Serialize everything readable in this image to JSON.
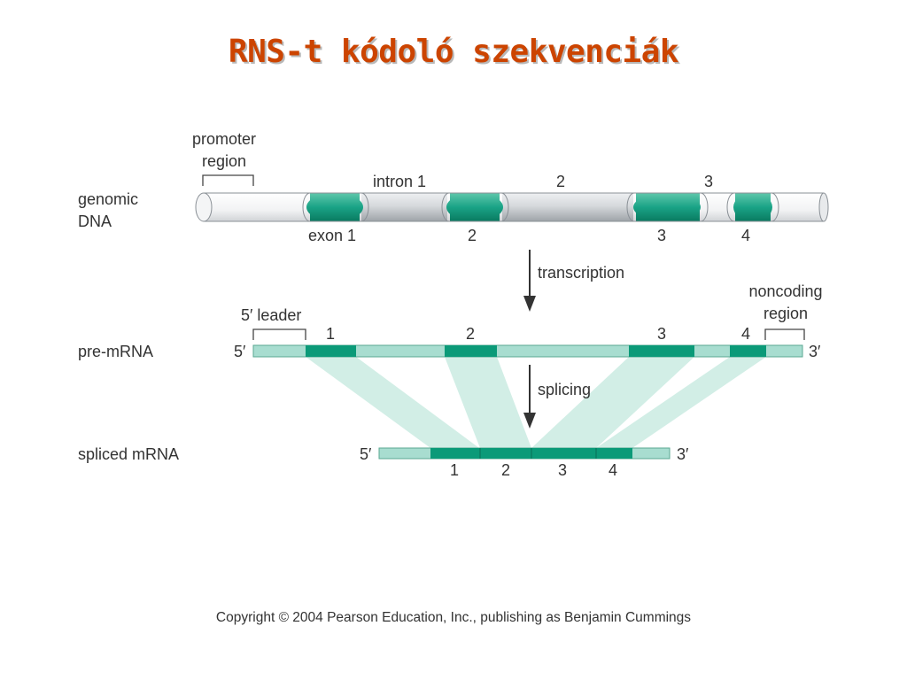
{
  "title": "RNS-t kódoló szekvenciák",
  "labels": {
    "promoter": "promoter",
    "region": "region",
    "genomic": "genomic",
    "dna": "DNA",
    "intron_1": "intron 1",
    "intron_2": "2",
    "intron_3": "3",
    "exon_1": "exon 1",
    "exon_2": "2",
    "exon_3": "3",
    "exon_4": "4",
    "transcription": "transcription",
    "noncoding": "noncoding",
    "noncoding_region": "region",
    "leader": "5′ leader",
    "pre_mrna": "pre-mRNA",
    "pre_5": "5′",
    "pre_3": "3′",
    "pre_exon_1": "1",
    "pre_exon_2": "2",
    "pre_exon_3": "3",
    "pre_exon_4": "4",
    "splicing": "splicing",
    "spliced_mrna": "spliced mRNA",
    "sp_5": "5′",
    "sp_3": "3′",
    "sp_exon_1": "1",
    "sp_exon_2": "2",
    "sp_exon_3": "3",
    "sp_exon_4": "4"
  },
  "copyright": "Copyright © 2004 Pearson Education, Inc., publishing as Benjamin Cummings",
  "colors": {
    "title": "#cc4400",
    "exon": "#1aa386",
    "exon_dark": "#0b9a78",
    "light_rna": "#a8ddd0",
    "splice_band": "#d2eee6",
    "intron": "#c9ccd0",
    "text": "#333333"
  }
}
